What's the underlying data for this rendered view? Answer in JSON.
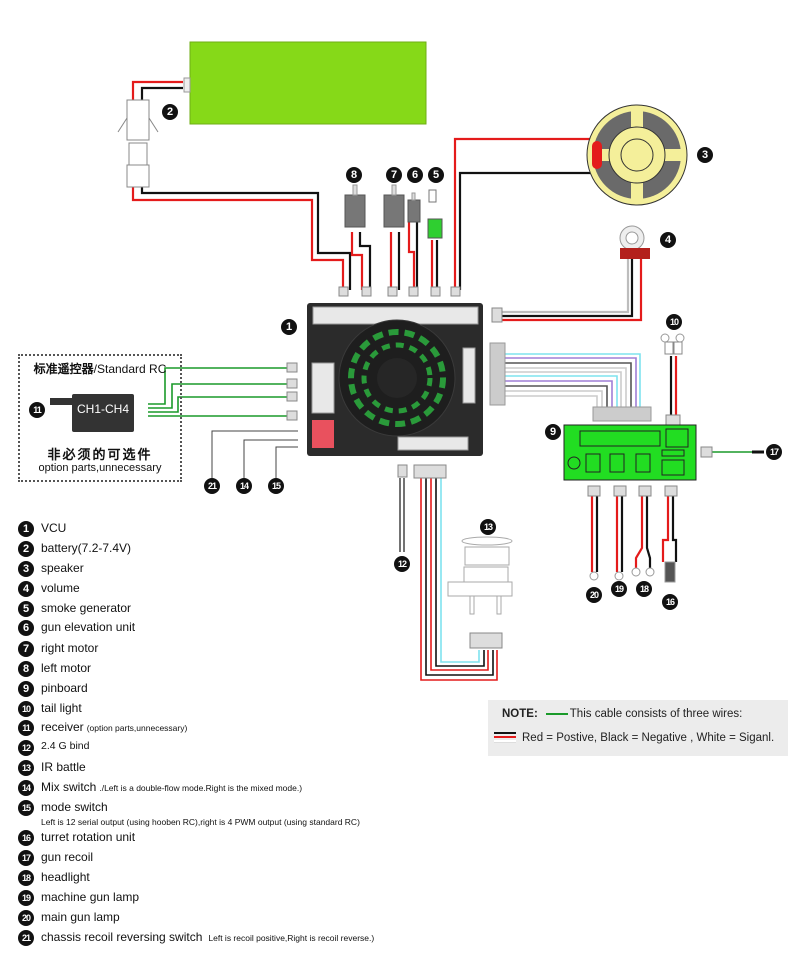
{
  "diagram": {
    "title": "RC tank VCU wiring diagram",
    "colors": {
      "battery": "#86d918",
      "pinboard": "#22dd22",
      "signal_wire": "#1a9a2a",
      "positive_wire": "#e41b1b",
      "negative_wire": "#111111",
      "speaker_body": "#f4ef9a",
      "speaker_dark": "#6a6a6a",
      "vcu_body": "#2b2b2b",
      "dip_switch": "#e9515e",
      "note_bg": "#ececec"
    },
    "component_markers": [
      {
        "id": "1",
        "component": "VCU"
      },
      {
        "id": "2",
        "component": "battery"
      },
      {
        "id": "3",
        "component": "speaker"
      },
      {
        "id": "4",
        "component": "volume"
      },
      {
        "id": "5",
        "component": "smoke generator"
      },
      {
        "id": "6",
        "component": "gun elevation unit"
      },
      {
        "id": "7",
        "component": "right motor"
      },
      {
        "id": "8",
        "component": "left motor"
      },
      {
        "id": "9",
        "component": "pinboard"
      },
      {
        "id": "10",
        "component": "tail light"
      },
      {
        "id": "11",
        "component": "receiver"
      },
      {
        "id": "12",
        "component": "2.4 G bind"
      },
      {
        "id": "13",
        "component": "IR battle"
      },
      {
        "id": "14",
        "component": "Mix switch"
      },
      {
        "id": "15",
        "component": "mode switch"
      },
      {
        "id": "16",
        "component": "turret rotation unit"
      },
      {
        "id": "17",
        "component": "gun recoil"
      },
      {
        "id": "18",
        "component": "headlight"
      },
      {
        "id": "19",
        "component": "machine gun lamp"
      },
      {
        "id": "20",
        "component": "main gun lamp"
      },
      {
        "id": "21",
        "component": "chassis recoil reversing switch"
      }
    ]
  },
  "rc_box": {
    "title_cn": "标准遥控器",
    "title_en": "/Standard RC",
    "receiver_label": "CH1-CH4",
    "marker": "11",
    "optional_cn": "非必须的可选件",
    "optional_en": "option parts,unnecessary"
  },
  "legend": [
    {
      "num": "1",
      "label": "VCU"
    },
    {
      "num": "2",
      "label": "battery(7.2-7.4V)"
    },
    {
      "num": "3",
      "label": "speaker"
    },
    {
      "num": "4",
      "label": "volume"
    },
    {
      "num": "5",
      "label": "smoke generator"
    },
    {
      "num": "6",
      "label": "gun  elevation  unit"
    },
    {
      "num": "7",
      "label": "right motor"
    },
    {
      "num": "8",
      "label": "left motor"
    },
    {
      "num": "9",
      "label": "pinboard"
    },
    {
      "num": "10",
      "label": "tail light"
    },
    {
      "num": "11",
      "label": "receiver",
      "note": "(option parts,unnecessary)"
    },
    {
      "num": "12",
      "label": "2.4 G bind"
    },
    {
      "num": "13",
      "label": "IR battle"
    },
    {
      "num": "14",
      "label": "Mix switch",
      "note": "./Left is a double-flow mode.Right is the mixed mode.)"
    },
    {
      "num": "15",
      "label": "mode  switch",
      "detail": "Left is 12 serial output (using hooben RC),right is 4 PWM output (using standard RC)"
    },
    {
      "num": "16",
      "label": "turret rotation unit"
    },
    {
      "num": "17",
      "label": "gun recoil"
    },
    {
      "num": "18",
      "label": "headlight"
    },
    {
      "num": "19",
      "label": "machine gun lamp"
    },
    {
      "num": "20",
      "label": "main gun lamp"
    },
    {
      "num": "21",
      "label": "chassis recoil reversing switch",
      "note": "Left is recoil positive,Right is recoil reverse.)"
    }
  ],
  "note": {
    "prefix": "NOTE:",
    "green_cable": "This cable consists of three wires:",
    "wire_colors": "Red = Postive, Black = Negative , White = Siganl."
  }
}
